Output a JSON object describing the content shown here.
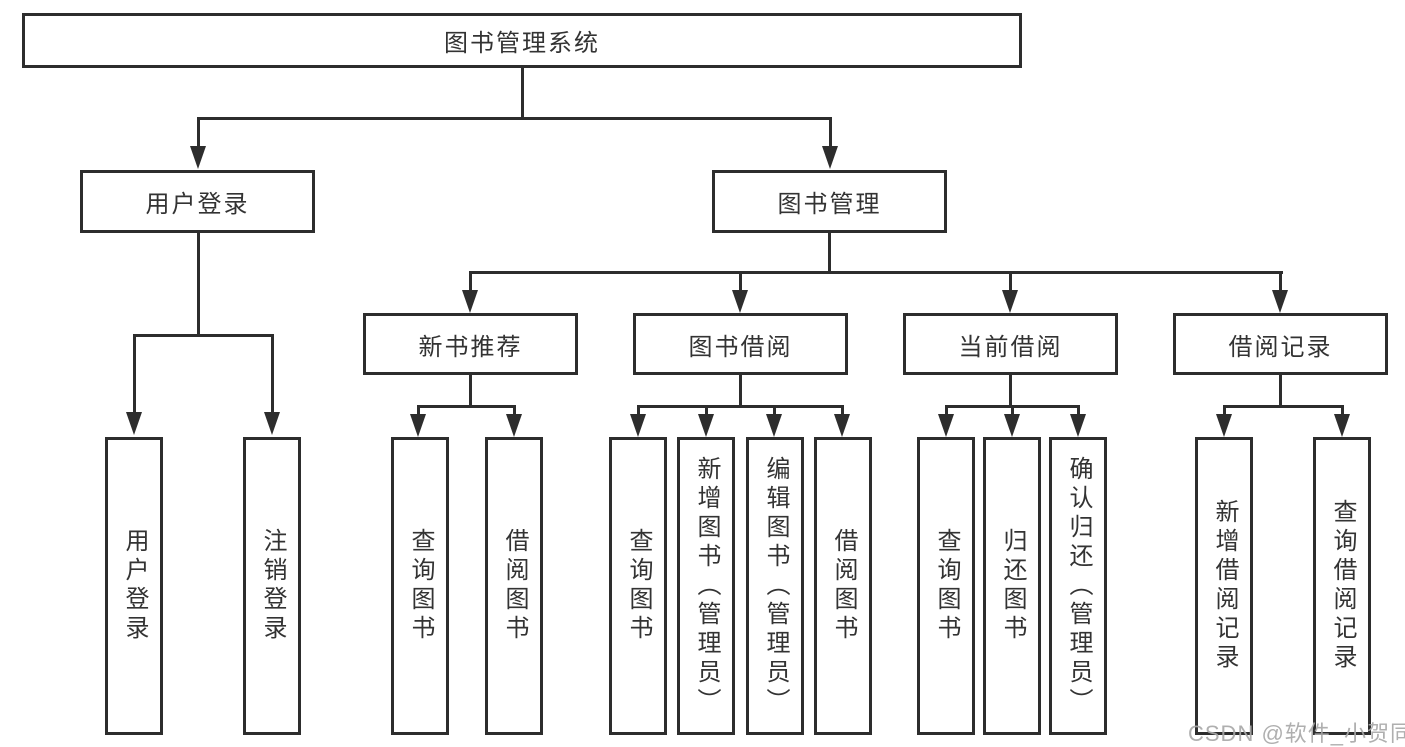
{
  "diagram": {
    "type": "hierarchy-diagram",
    "colors": {
      "line": "#2d2d2d",
      "box_border": "#2d2d2d",
      "text": "#333333",
      "background": "#ffffff",
      "watermark": "#a8a8a8"
    },
    "root": {
      "label": "图书管理系统",
      "children": [
        {
          "label": "用户登录",
          "children": [
            {
              "label": "用户登录"
            },
            {
              "label": "注销登录"
            }
          ]
        },
        {
          "label": "图书管理",
          "children": [
            {
              "label": "新书推荐",
              "children": [
                {
                  "label": "查询图书"
                },
                {
                  "label": "借阅图书"
                }
              ]
            },
            {
              "label": "图书借阅",
              "children": [
                {
                  "label": "查询图书"
                },
                {
                  "label": "新增图书（管理员）"
                },
                {
                  "label": "编辑图书（管理员）"
                },
                {
                  "label": "借阅图书"
                }
              ]
            },
            {
              "label": "当前借阅",
              "children": [
                {
                  "label": "查询图书"
                },
                {
                  "label": "归还图书"
                },
                {
                  "label": "确认归还（管理员）"
                }
              ]
            },
            {
              "label": "借阅记录",
              "children": [
                {
                  "label": "新增借阅记录"
                },
                {
                  "label": "查询借阅记录"
                }
              ]
            }
          ]
        }
      ]
    }
  },
  "watermark": {
    "text": "CSDN @软件_小贺同学"
  }
}
